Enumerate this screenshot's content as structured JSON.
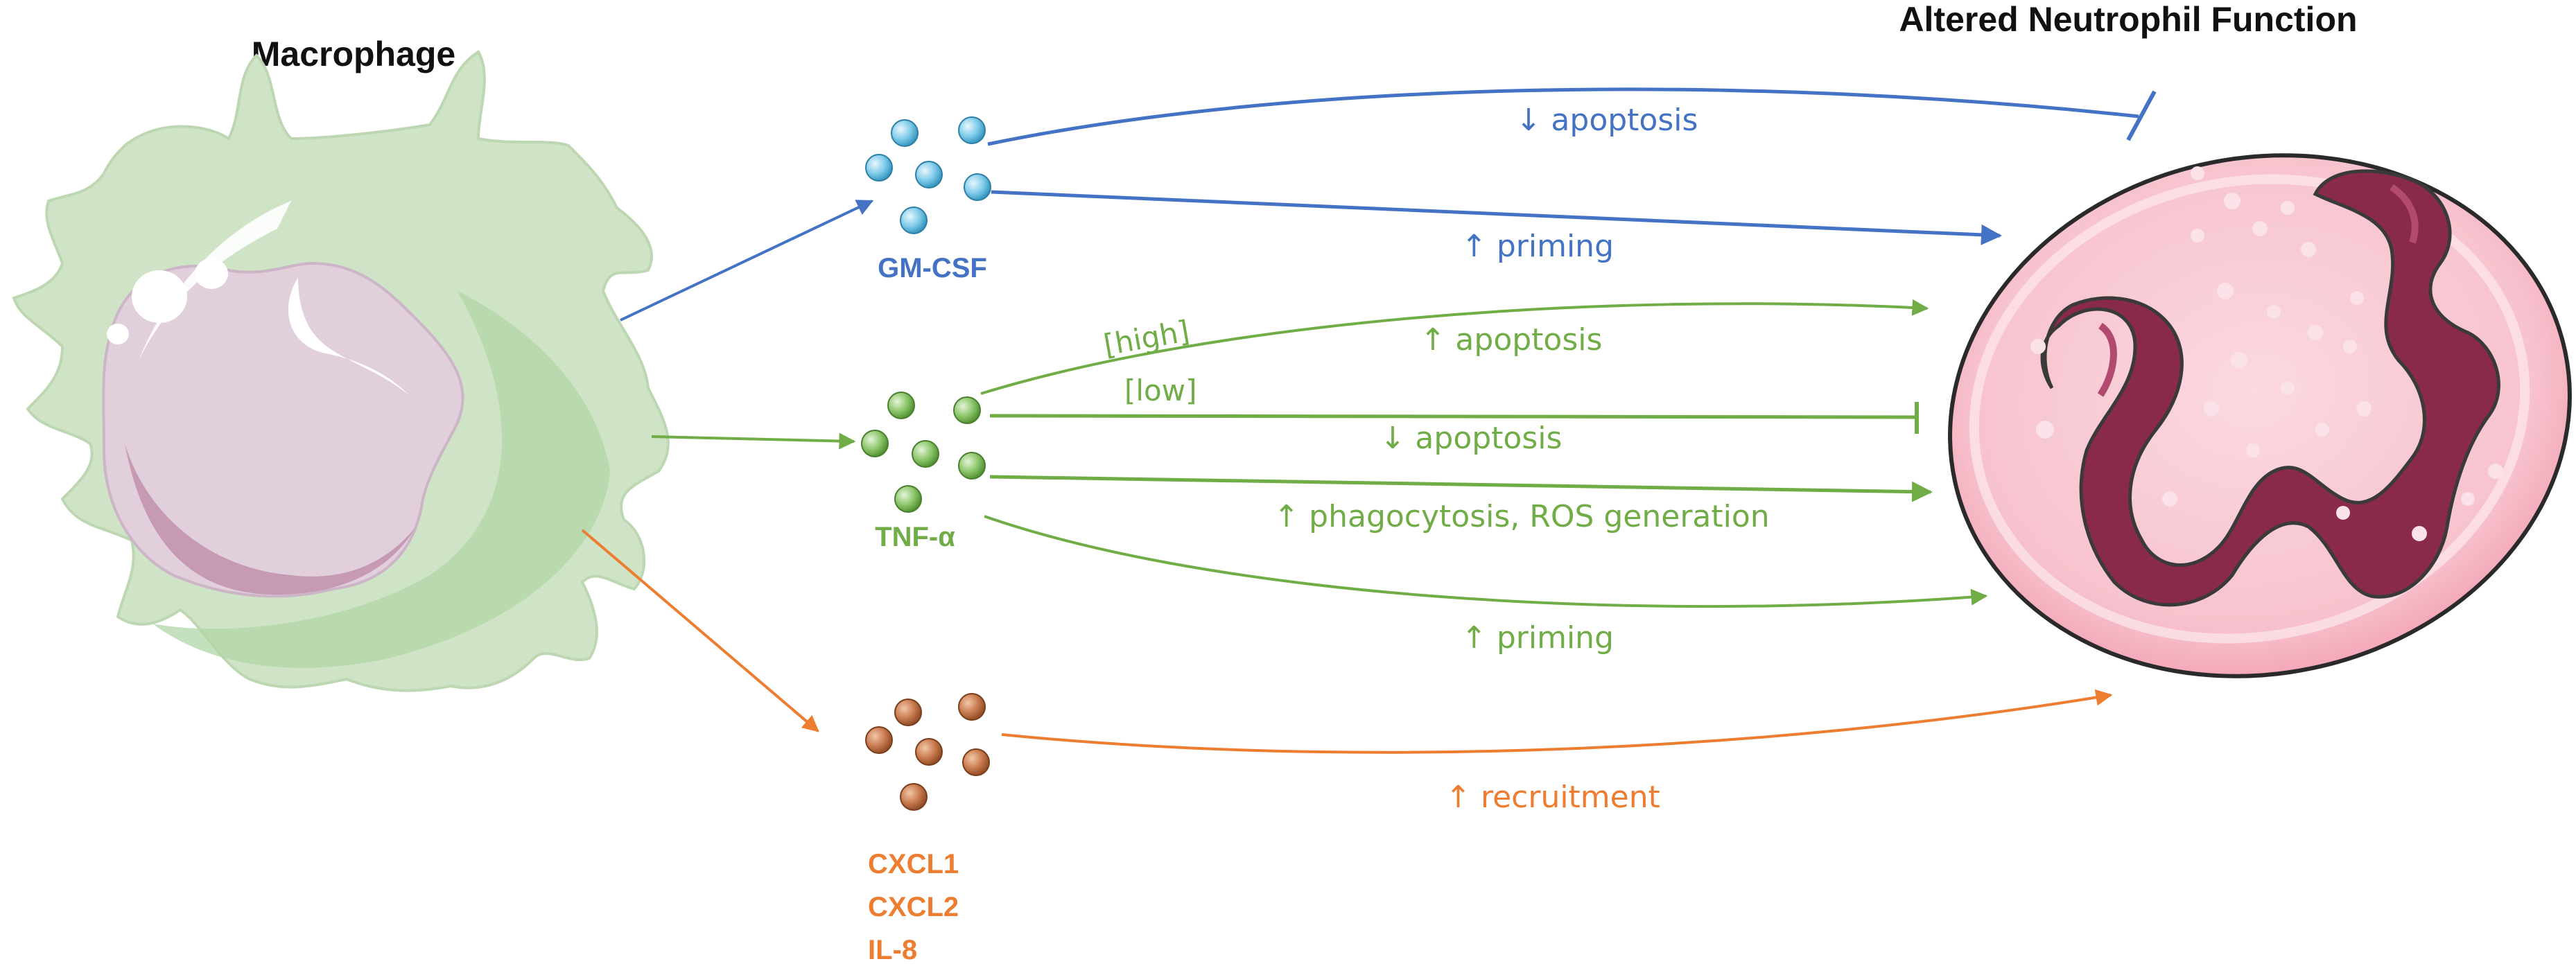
{
  "titles": {
    "macrophage": "Macrophage",
    "neutrophil": "Altered Neutrophil Function"
  },
  "colors": {
    "blue": "#4472C4",
    "green": "#70AD47",
    "orange": "#ED7D31",
    "macrophage_body": "#CFE3C6",
    "macrophage_nucleus": "#E2CFDC",
    "neutrophil_body": "#F7BFCB",
    "neutrophil_nucleus": "#8A2A4B"
  },
  "cytokines": {
    "gmcsf": {
      "label": "GM-CSF",
      "icon": "blue-granules-icon"
    },
    "tnf": {
      "label": "TNF-α",
      "icon": "green-granules-icon"
    },
    "chemokines": {
      "lines": [
        "CXCL1",
        "CXCL2",
        "IL-8"
      ],
      "icon": "orange-granules-icon"
    }
  },
  "effects": {
    "gmcsf_apoptosis": "↓ apoptosis",
    "gmcsf_priming": "↑ priming",
    "tnf_high_qualifier": "[high]",
    "tnf_high_apoptosis": "↑ apoptosis",
    "tnf_low_qualifier": "[low]",
    "tnf_low_apoptosis": "↓ apoptosis",
    "tnf_phagocytosis": "↑ phagocytosis, ROS generation",
    "tnf_priming": "↑ priming",
    "chemokine_recruitment": "↑ recruitment"
  }
}
